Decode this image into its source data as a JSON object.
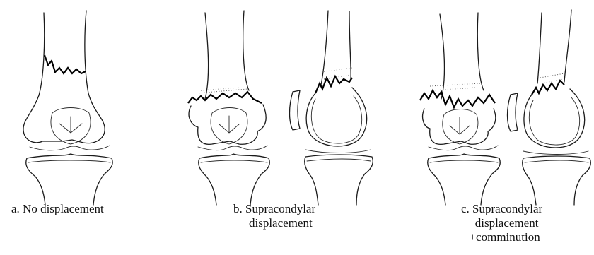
{
  "panels": [
    {
      "id": "a",
      "caption_lines": [
        "a.  No displacement"
      ]
    },
    {
      "id": "b",
      "caption_lines": [
        "b.  Supracondylar",
        "displacement"
      ]
    },
    {
      "id": "c",
      "caption_lines": [
        "c.  Supracondylar",
        "displacement",
        "+comminution"
      ]
    }
  ]
}
